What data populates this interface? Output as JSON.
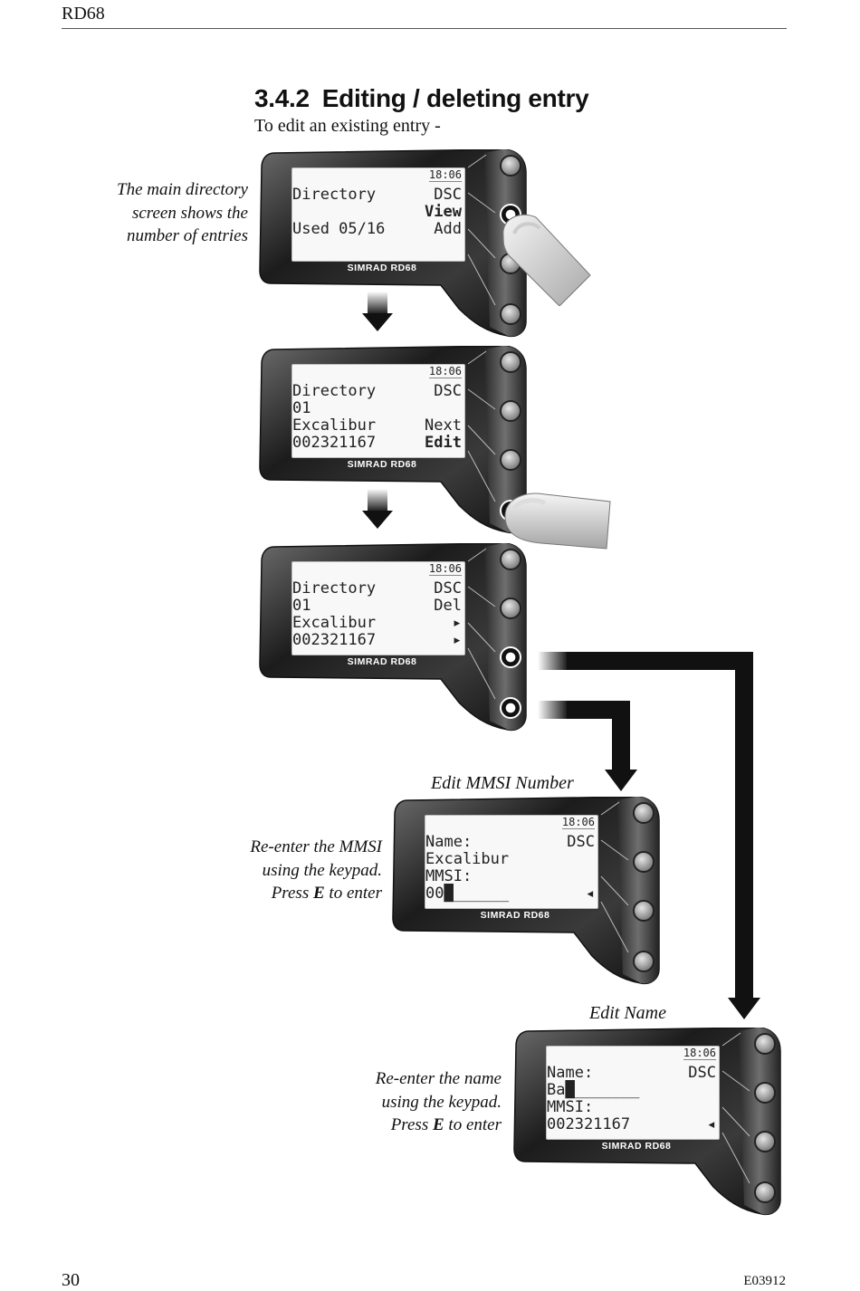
{
  "header": {
    "model": "RD68"
  },
  "section": {
    "number": "3.4.2",
    "title": "Editing / deleting entry",
    "intro": "To edit an existing entry -"
  },
  "captions": {
    "main_dir": [
      "The main directory",
      "screen shows the",
      "number of entries"
    ],
    "mmsi": [
      "Re-enter the MMSI",
      "using the keypad.",
      "Press E to enter"
    ],
    "name": [
      "Re-enter the name",
      "using the keypad.",
      "Press E to enter"
    ],
    "edit_mmsi_label": "Edit MMSI Number",
    "edit_name_label": "Edit Name"
  },
  "brand": "SIMRAD RD68",
  "screens": [
    {
      "time": "18:06",
      "left": [
        "Directory",
        "",
        "Used 05/16"
      ],
      "right": [
        "DSC",
        "View",
        "Add"
      ],
      "bold_right": [
        1
      ]
    },
    {
      "time": "18:06",
      "left": [
        "Directory",
        "01",
        "Excalibur",
        "002321167"
      ],
      "right": [
        "DSC",
        "",
        "Next",
        "Edit"
      ],
      "bold_right": [
        3
      ]
    },
    {
      "time": "18:06",
      "left": [
        "Directory",
        "01",
        "Excalibur",
        "002321167"
      ],
      "right": [
        "DSC",
        "Del",
        "▸",
        "▸"
      ],
      "bold_right": []
    },
    {
      "time": "18:06",
      "left": [
        "Name:",
        "Excalibur",
        "MMSI:",
        "00█______"
      ],
      "right": [
        "DSC",
        "",
        "",
        "◂"
      ],
      "bold_right": []
    },
    {
      "time": "18:06",
      "left": [
        "Name:",
        "Ba█_______",
        "MMSI:",
        "002321167"
      ],
      "right": [
        "DSC",
        "",
        "",
        "◂"
      ],
      "bold_right": []
    }
  ],
  "footer": {
    "page": "30",
    "code": "E03912"
  }
}
